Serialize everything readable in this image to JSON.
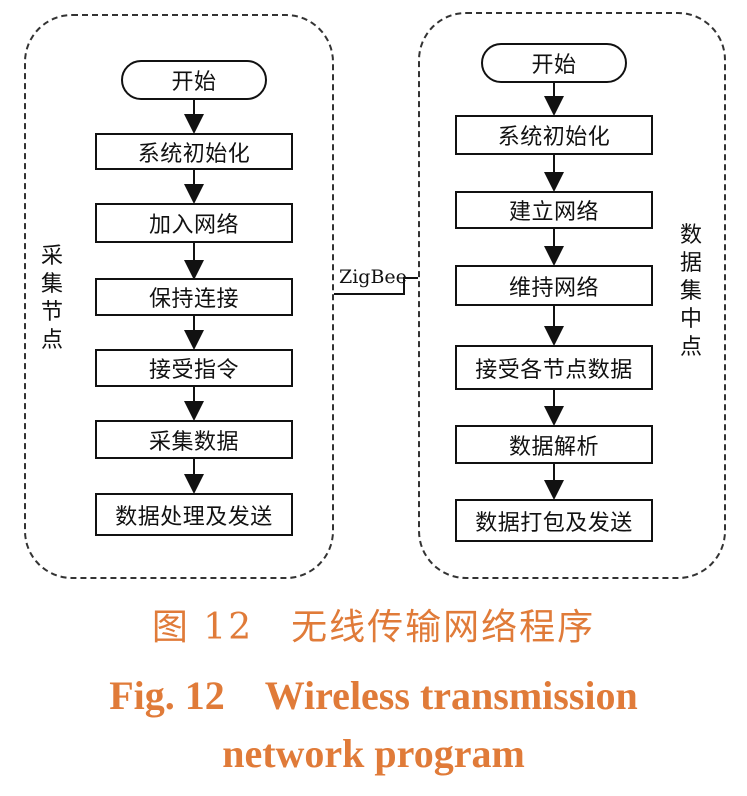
{
  "left_group": {
    "label": [
      "采",
      "集",
      "节",
      "点"
    ],
    "start": "开始",
    "steps": [
      "系统初始化",
      "加入网络",
      "保持连接",
      "接受指令",
      "采集数据",
      "数据处理及发送"
    ]
  },
  "right_group": {
    "label": [
      "数",
      "据",
      "集",
      "中",
      "点"
    ],
    "start": "开始",
    "steps": [
      "系统初始化",
      "建立网络",
      "维持网络",
      "接受各节点数据",
      "数据解析",
      "数据打包及发送"
    ]
  },
  "connector": {
    "label": "ZigBee"
  },
  "caption": {
    "cn": "图 12　无线传输网络程序",
    "en_line1": "Fig. 12　Wireless transmission",
    "en_line2": "network program"
  },
  "colors": {
    "caption": "#e07b39",
    "line": "#111111"
  }
}
